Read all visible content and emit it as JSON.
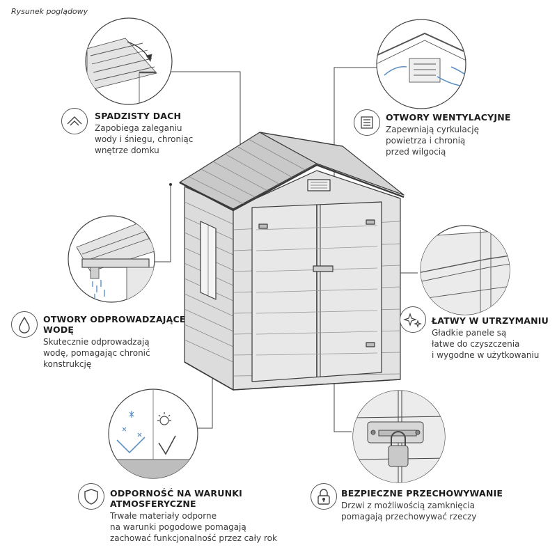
{
  "caption": "Rysunek poglądowy",
  "features": {
    "roof": {
      "title": "SPADZISTY DACH",
      "desc": "Zapobiega zaleganiu\nwody  i śniegu, chroniąc\nwnętrze domku",
      "icon": "roof-icon"
    },
    "vents": {
      "title": "OTWORY WENTYLACYJNE",
      "desc": "Zapewniają cyrkulację\npowietrza i chronią\nprzed wilgocią",
      "icon": "vent-icon"
    },
    "drainage": {
      "title": "OTWORY ODPROWADZAJĄCE\nWODĘ",
      "desc": "Skutecznie odprowadzają\nwodę, pomagając chronić\nkonstrukcję",
      "icon": "water-drop-icon"
    },
    "maintenance": {
      "title": "ŁATWY W UTRZYMANIU",
      "desc": "Gładkie panele są\nłatwe do czyszczenia\ni wygodne w użytkowaniu",
      "icon": "sparkle-icon"
    },
    "weather": {
      "title": "ODPORNOŚĆ NA WARUNKI\nATMOSFERYCZNE",
      "desc": "Trwałe materiały odporne\nna warunki pogodowe pomagają\nzachować funkcjonalność przez cały rok",
      "icon": "shield-icon"
    },
    "storage": {
      "title": "BEZPIECZNE PRZECHOWYWANIE",
      "desc": "Drzwi z możliwością zamknięcia\npomagają przechowywać rzeczy",
      "icon": "padlock-icon"
    }
  }
}
